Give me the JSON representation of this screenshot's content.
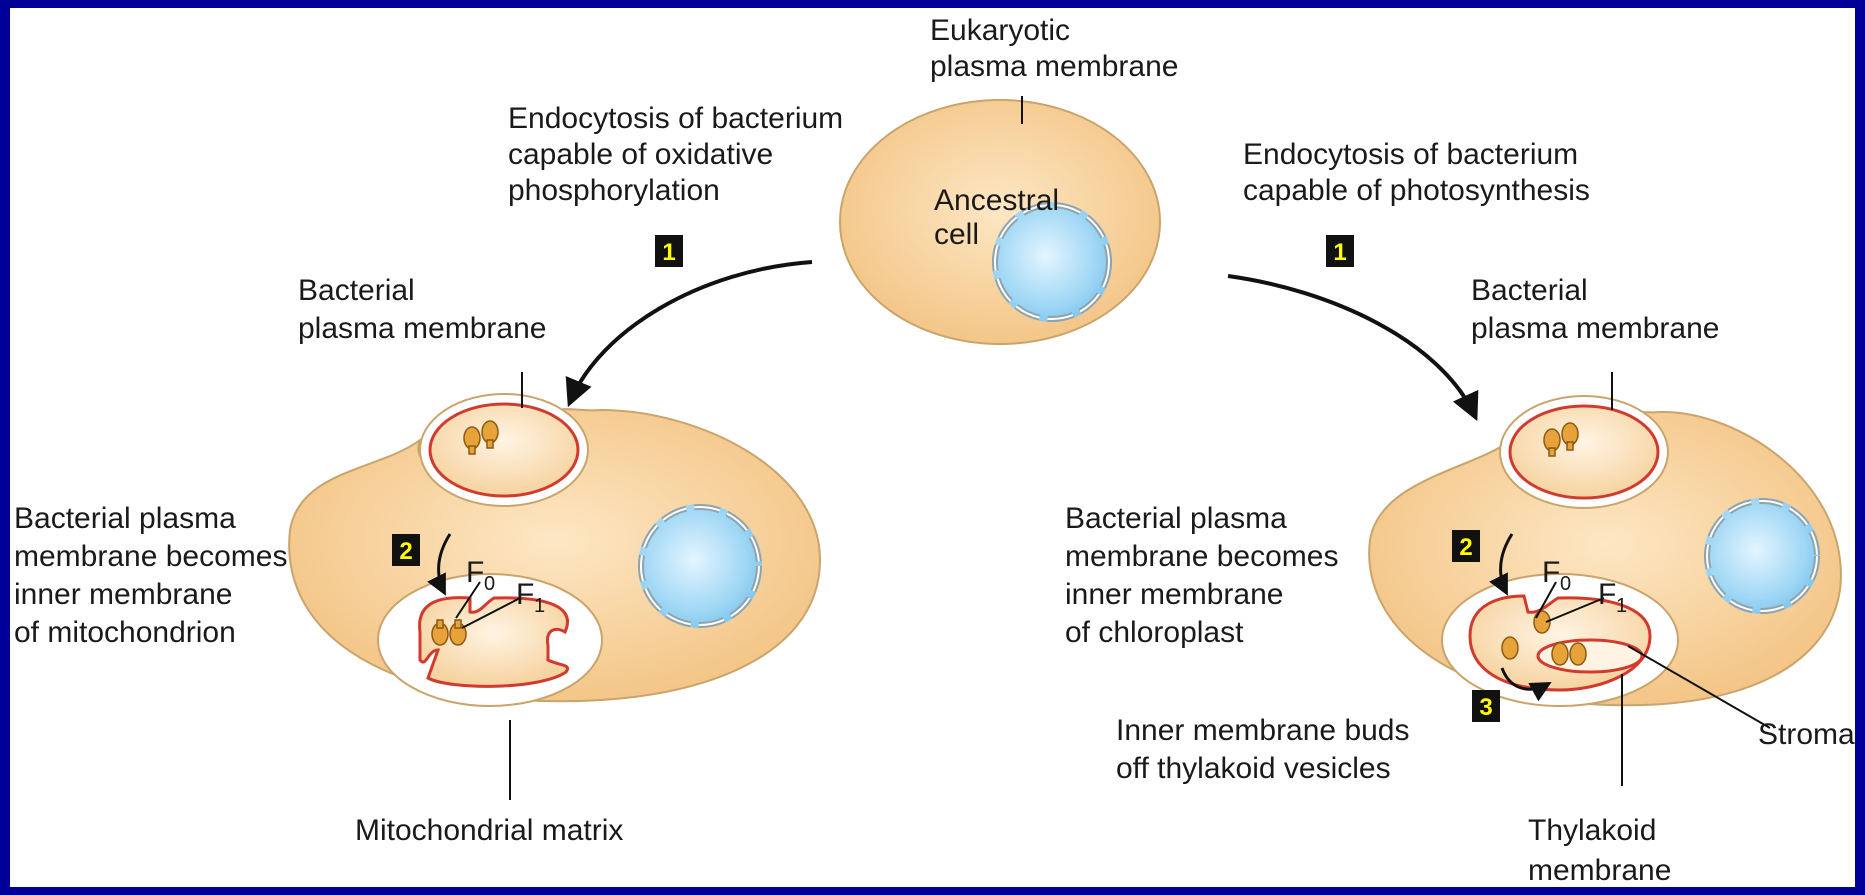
{
  "labels": {
    "eukaryotic_membrane": [
      "Eukaryotic",
      "plasma membrane"
    ],
    "ancestral_cell": [
      "Ancestral",
      "cell"
    ],
    "left_endocytosis": [
      "Endocytosis of bacterium",
      "capable of oxidative",
      "phosphorylation"
    ],
    "right_endocytosis": [
      "Endocytosis of bacterium",
      "capable of photosynthesis"
    ],
    "left_bacterial_membrane": [
      "Bacterial",
      "plasma membrane"
    ],
    "right_bacterial_membrane": [
      "Bacterial",
      "plasma membrane"
    ],
    "left_inner_membrane": [
      "Bacterial plasma",
      "membrane becomes",
      "inner membrane",
      "of mitochondrion"
    ],
    "right_inner_membrane": [
      "Bacterial plasma",
      "membrane becomes",
      "inner membrane",
      "of chloroplast"
    ],
    "thylakoid_buds": [
      "Inner membrane buds",
      "off thylakoid vesicles"
    ],
    "mito_matrix": "Mitochondrial matrix",
    "stroma": "Stroma",
    "thylakoid_membrane": [
      "Thylakoid",
      "membrane"
    ],
    "f0": "F",
    "f0_sub": "0",
    "f1": "F",
    "f1_sub": "1"
  },
  "steps": {
    "left_1": "1",
    "right_1": "1",
    "left_2": "2",
    "right_2": "2",
    "right_3": "3"
  },
  "colors": {
    "background": "#000099",
    "cell_fill": "#f6cf95",
    "cell_stroke": "#c9a46b",
    "nucleus_fill": "#a9dcf5",
    "membrane_red": "#d23a2e",
    "atp_synthase": "#e8a23a",
    "step_box": "#111111",
    "step_text": "#ffff00"
  }
}
